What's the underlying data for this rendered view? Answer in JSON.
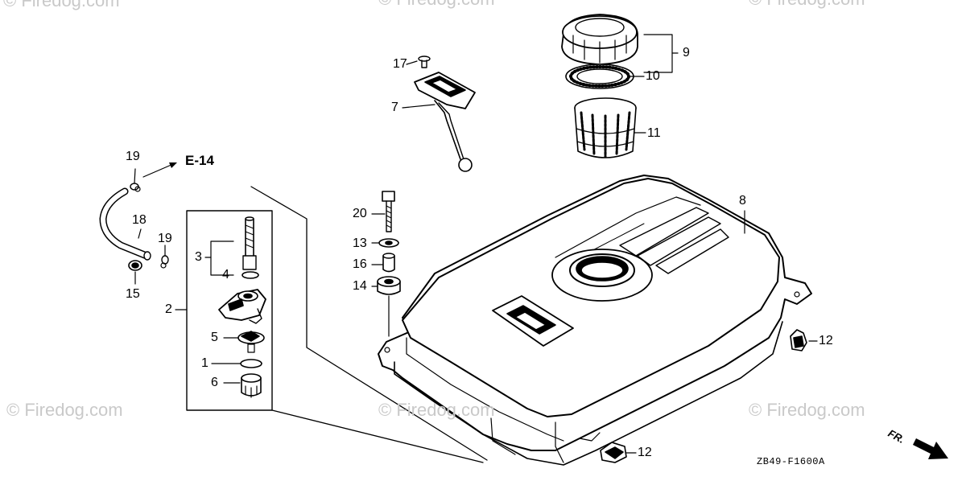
{
  "watermarks": {
    "top_left": "© Firedog.com",
    "top_center": "© Firedog.com",
    "top_right": "© Firedog.com",
    "bottom_left": "© Firedog.com",
    "bottom_center": "© Firedog.com",
    "bottom_right": "© Firedog.com"
  },
  "reference": {
    "label": "E-14"
  },
  "diagram_code": "ZB49-F1600A",
  "front_marker": {
    "label": "FR."
  },
  "callouts": {
    "c1": "1",
    "c2": "2",
    "c3": "3",
    "c4": "4",
    "c5": "5",
    "c6": "6",
    "c7": "7",
    "c8": "8",
    "c9": "9",
    "c10": "10",
    "c11": "11",
    "c12a": "12",
    "c12b": "12",
    "c13": "13",
    "c14": "14",
    "c15": "15",
    "c16": "16",
    "c17": "17",
    "c18": "18",
    "c19a": "19",
    "c19b": "19",
    "c20": "20"
  },
  "colors": {
    "line": "#000000",
    "watermark": "#c9c9c9",
    "background": "#ffffff"
  }
}
